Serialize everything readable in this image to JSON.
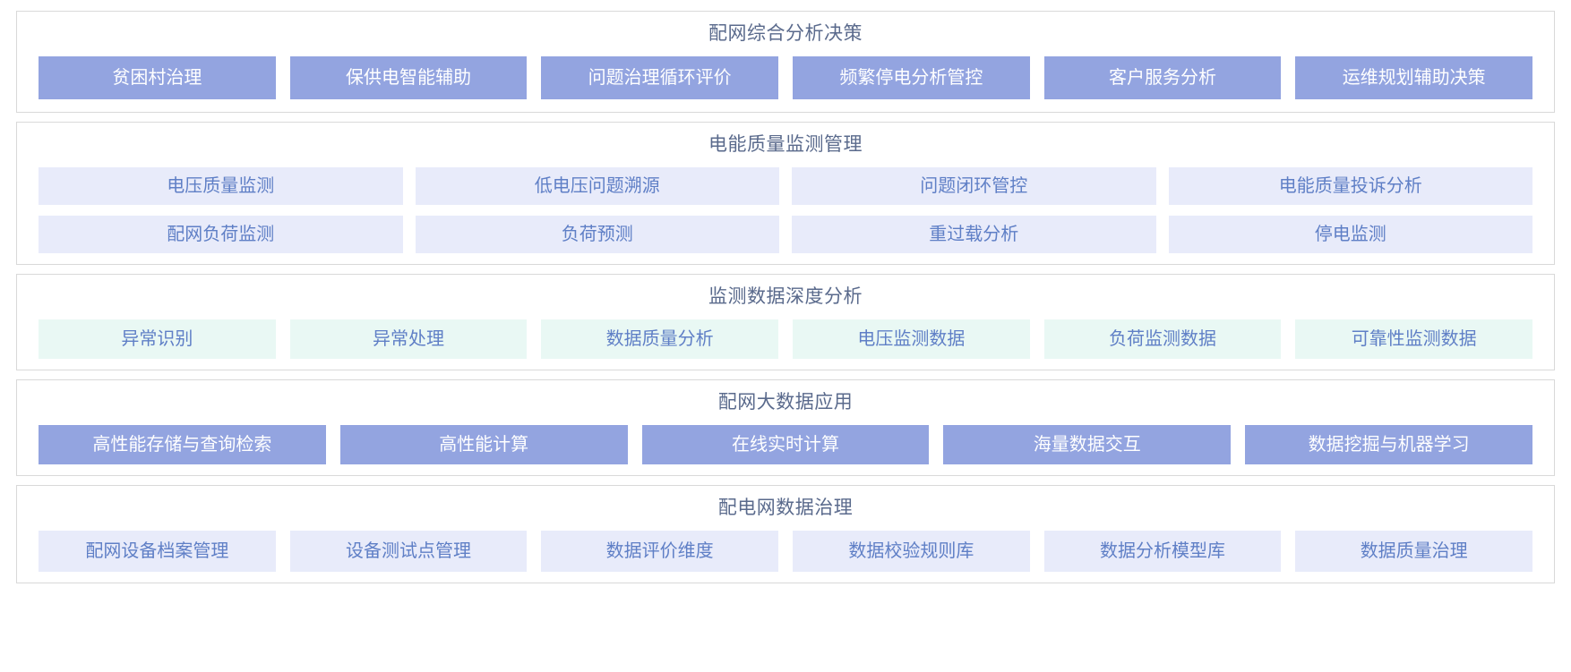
{
  "palette": {
    "card_border": "#d9d9d9",
    "title_text": "#5a6a8c",
    "solid_bg": "#93a4e0",
    "solid_text": "#ffffff",
    "lavender_bg": "#e8ebfa",
    "lavender_text": "#5f7fc6",
    "mint_bg": "#e9f8f4",
    "mint_text": "#5f7fc6",
    "page_bg": "#ffffff"
  },
  "sections": [
    {
      "title": "配网综合分析决策",
      "style": "solid",
      "rows": [
        [
          "贫困村治理",
          "保供电智能辅助",
          "问题治理循环评价",
          "频繁停电分析管控",
          "客户服务分析",
          "运维规划辅助决策"
        ]
      ]
    },
    {
      "title": "电能质量监测管理",
      "style": "lavender",
      "rows": [
        [
          "电压质量监测",
          "低电压问题溯源",
          "问题闭环管控",
          "电能质量投诉分析"
        ],
        [
          "配网负荷监测",
          "负荷预测",
          "重过载分析",
          "停电监测"
        ]
      ]
    },
    {
      "title": "监测数据深度分析",
      "style": "mint",
      "rows": [
        [
          "异常识别",
          "异常处理",
          "数据质量分析",
          "电压监测数据",
          "负荷监测数据",
          "可靠性监测数据"
        ]
      ]
    },
    {
      "title": "配网大数据应用",
      "style": "solid",
      "rows": [
        [
          "高性能存储与查询检索",
          "高性能计算",
          "在线实时计算",
          "海量数据交互",
          "数据挖掘与机器学习"
        ]
      ]
    },
    {
      "title": "配电网数据治理",
      "style": "lavender",
      "rows": [
        [
          "配网设备档案管理",
          "设备测试点管理",
          "数据评价维度",
          "数据校验规则库",
          "数据分析模型库",
          "数据质量治理"
        ]
      ]
    }
  ]
}
